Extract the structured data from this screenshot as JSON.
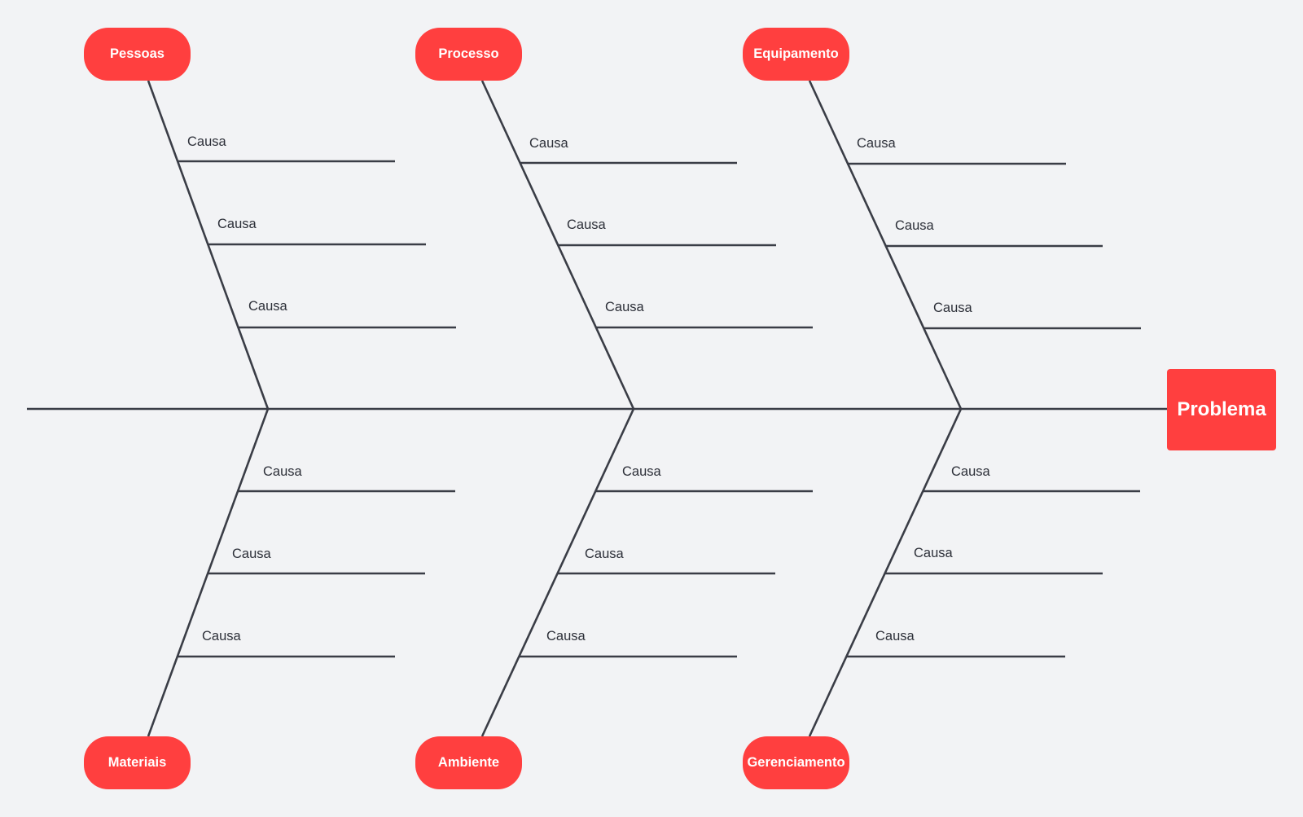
{
  "problem": "Problema",
  "categories": {
    "top": [
      "Pessoas",
      "Processo",
      "Equipamento"
    ],
    "bottom": [
      "Materiais",
      "Ambiente",
      "Gerenciamento"
    ]
  },
  "cause_label": "Causa",
  "colors": {
    "background": "#f2f3f5",
    "accent": "#ff3f3f",
    "line": "#3a3d46",
    "text": "#2d3039"
  }
}
